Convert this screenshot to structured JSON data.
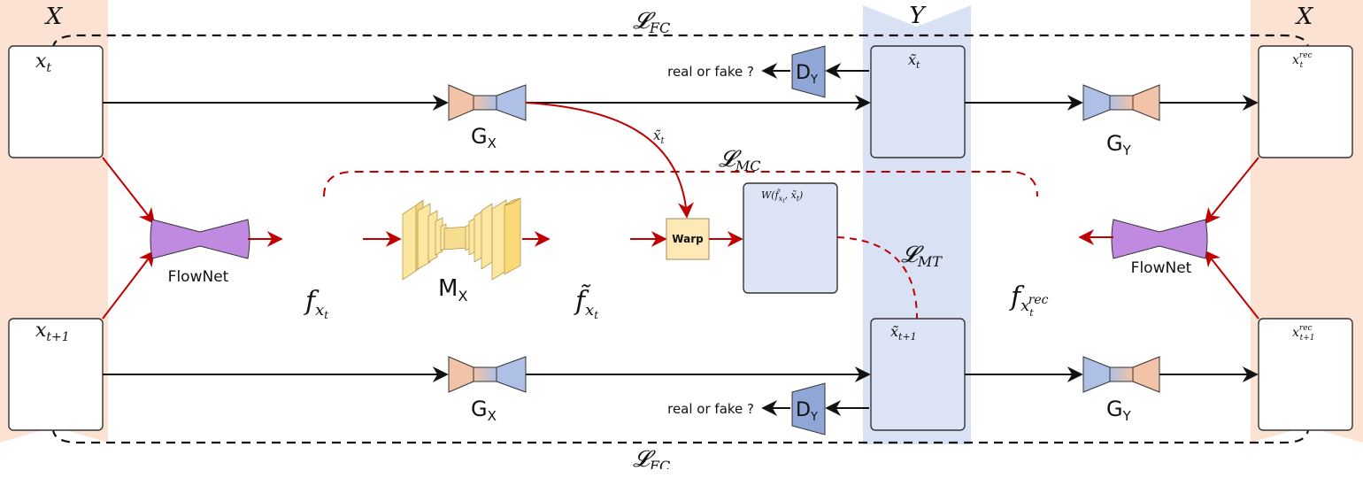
{
  "domains": {
    "left": "X",
    "middle": "Y",
    "right": "X"
  },
  "losses": {
    "fc_top": "𝓛",
    "fc_top_sub": "FC",
    "fc_bottom": "𝓛",
    "fc_bottom_sub": "FC",
    "mc": "𝓛",
    "mc_sub": "MC",
    "mt": "𝓛",
    "mt_sub": "MT"
  },
  "frames": {
    "x_t": "x",
    "x_t_sub": "t",
    "x_t1": "x",
    "x_t1_sub": "t+1",
    "xt_tilde": "x̃",
    "xt_tilde_sub": "t",
    "xt1_tilde": "x̃",
    "xt1_tilde_sub": "t+1",
    "xt_rec": "x",
    "xt_rec_sub": "t",
    "xt_rec_sup": "rec",
    "xt1_rec": "x",
    "xt1_rec_sup": "rec",
    "xt1_rec_sub": "t+1",
    "warp_result": "W(f̃",
    "warp_result_sub": "x",
    "warp_result_subsub": "t",
    "warp_result_tail": ", x̃",
    "warp_result_tail_sub": "t",
    "warp_result_close": ")"
  },
  "modules": {
    "gx_top": "G",
    "gx_top_sub": "X",
    "gx_bottom": "G",
    "gx_bottom_sub": "X",
    "gy_top": "G",
    "gy_top_sub": "Y",
    "gy_bottom": "G",
    "gy_bottom_sub": "Y",
    "dy_top": "D",
    "dy_top_sub": "Y",
    "dy_bottom": "D",
    "dy_bottom_sub": "Y",
    "flownet_left": "FlowNet",
    "flownet_right": "FlowNet",
    "mx": "M",
    "mx_sub": "X",
    "warp": "Warp"
  },
  "labels": {
    "real_fake_top": "real or fake ?",
    "real_fake_bottom": "real or fake ?",
    "xt_tilde_arrow": "x̃",
    "xt_tilde_arrow_sub": "t",
    "f_xt": "f",
    "f_xt_sub": "x",
    "f_xt_subsub": "t",
    "f_tilde_xt": "f̃",
    "f_tilde_xt_sub": "x",
    "f_tilde_xt_subsub": "t",
    "f_xt_rec": "f",
    "f_xt_rec_sub": "x",
    "f_xt_rec_subsub": "t",
    "f_xt_rec_subsup": "rec"
  },
  "colors": {
    "domain_x": "#fbe2d2",
    "domain_y": "#d9e1f4",
    "frame_fill": "#ffffff",
    "frame_fill_y": "#dde4f5",
    "gen_orange": "#f2c3a6",
    "gen_blue": "#aec0e6",
    "disc_blue": "#8fa6d6",
    "flownet_purple": "#c08ae0",
    "warp_fill": "#fde9b6",
    "unet_fill": "#fde7a0",
    "red": "#c00000",
    "black": "#111111"
  }
}
